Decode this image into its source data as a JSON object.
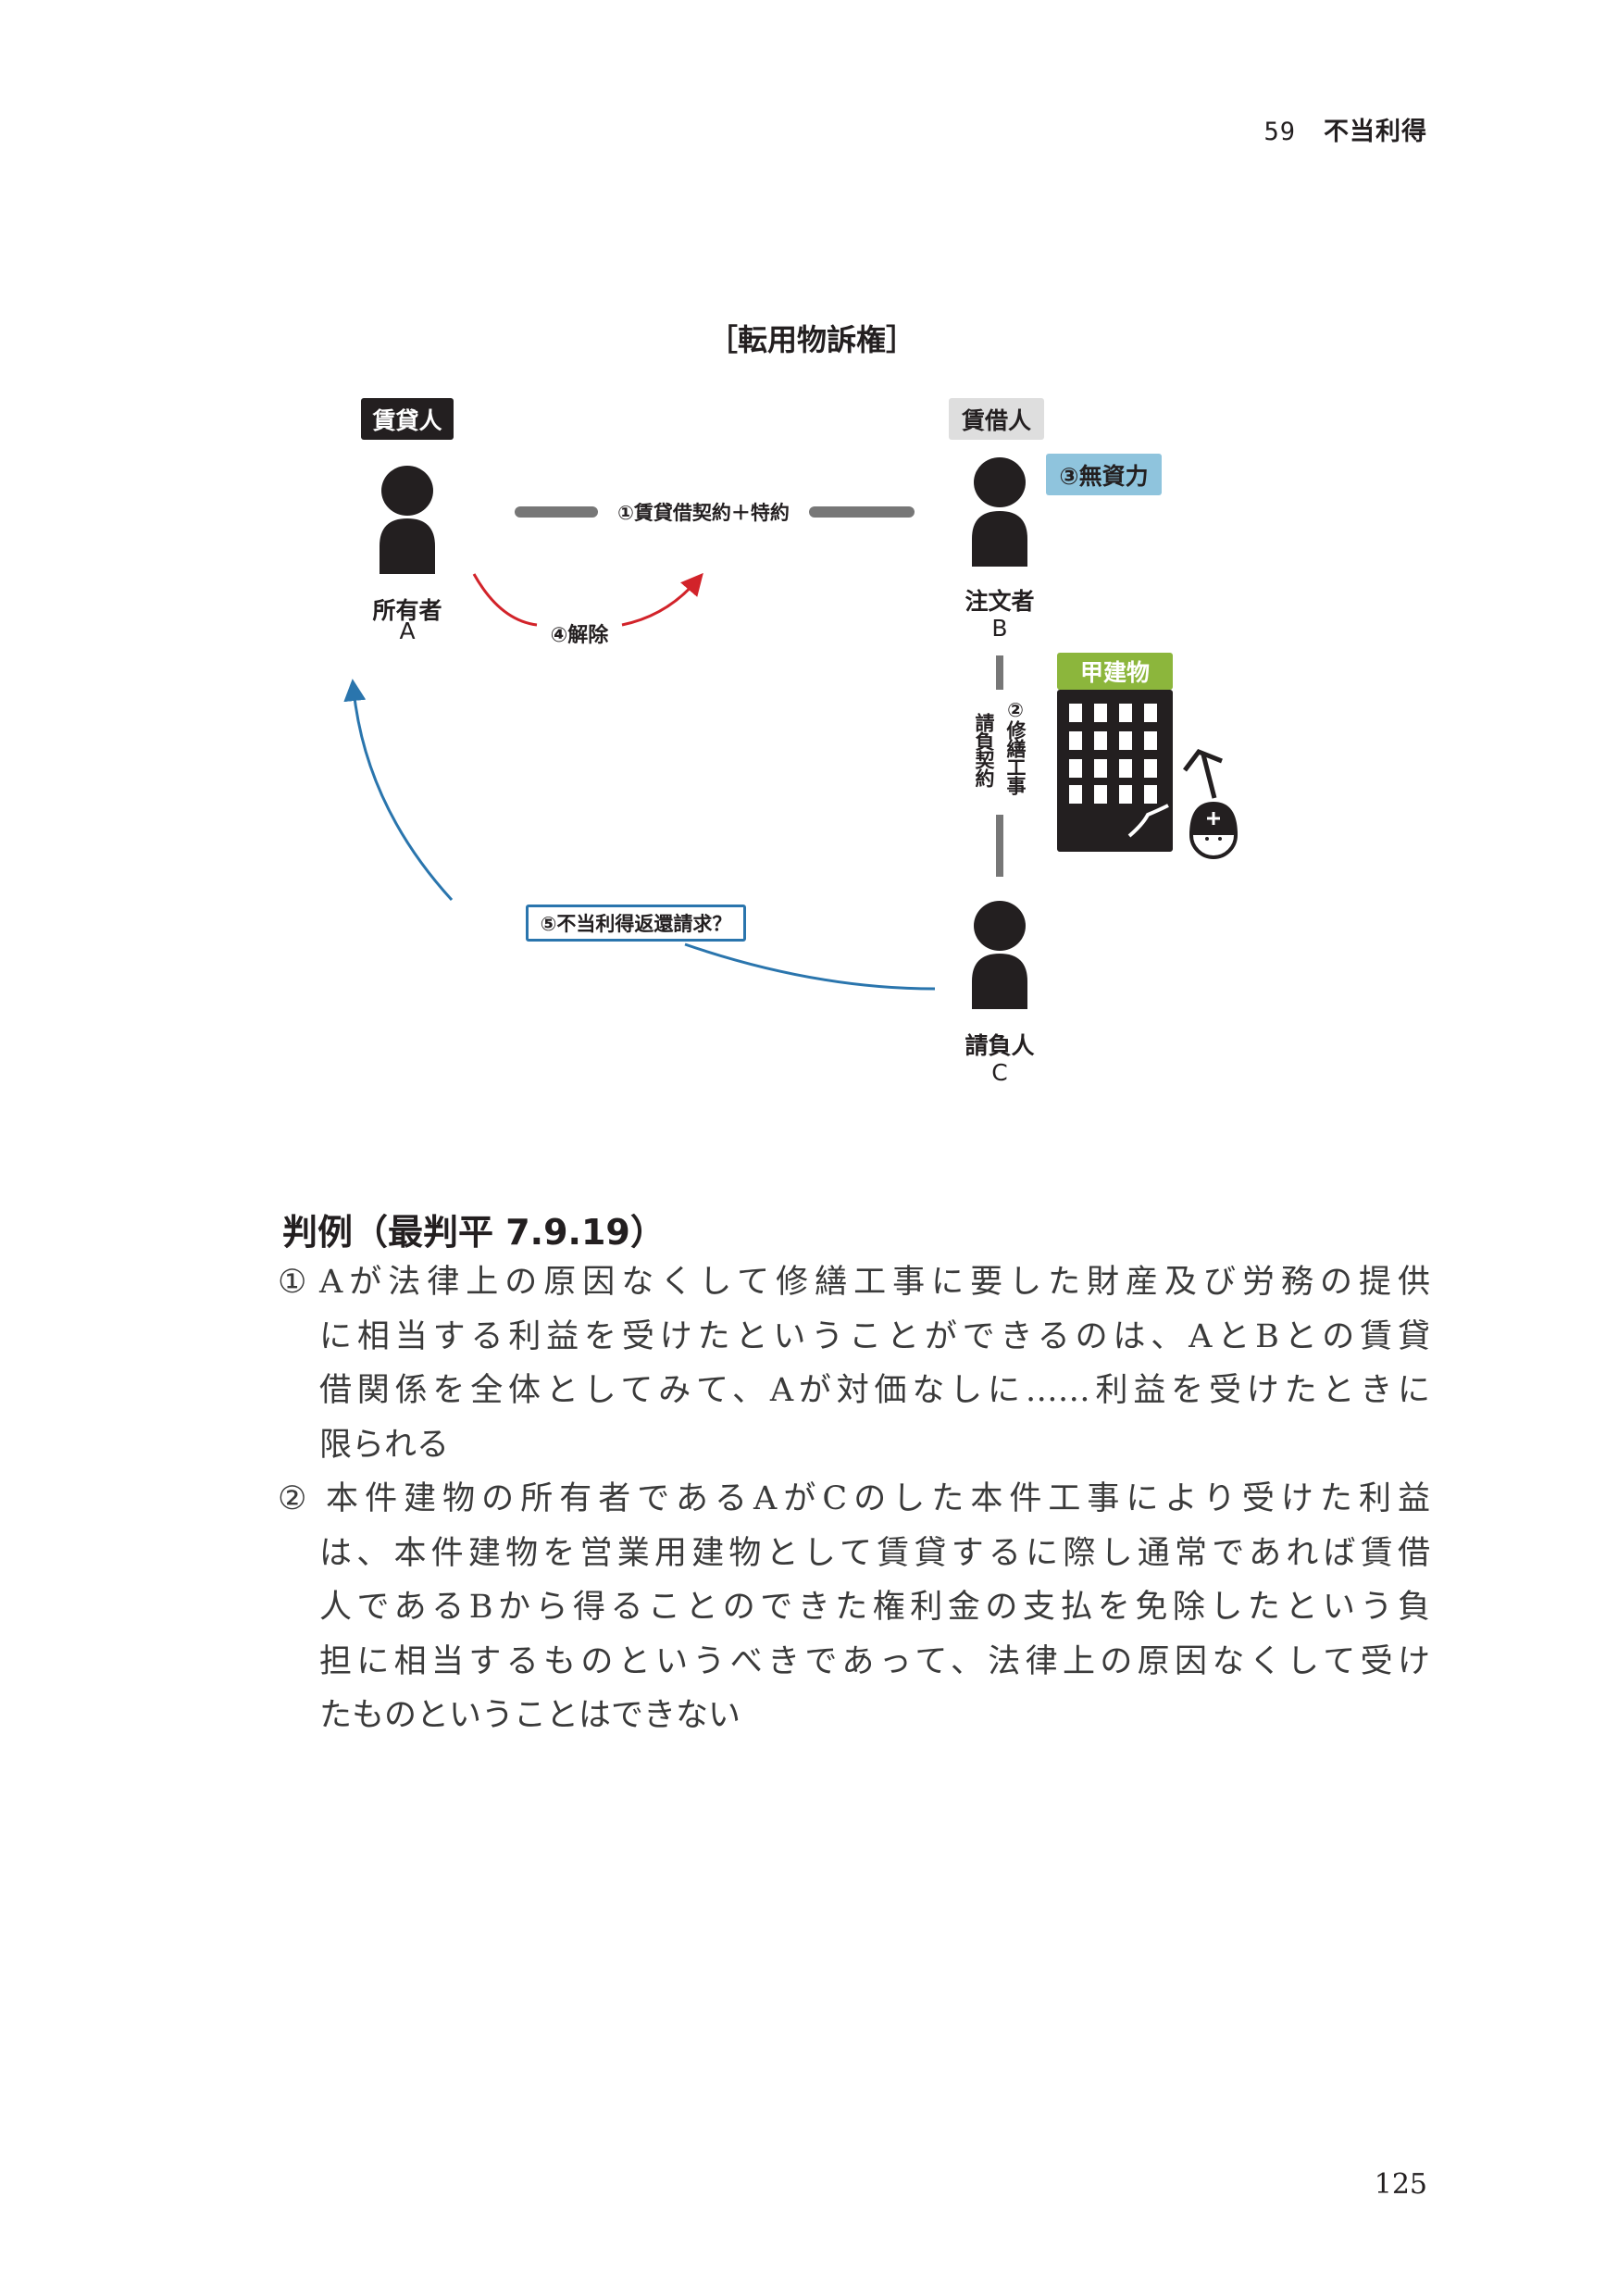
{
  "running_head": {
    "page": "59",
    "title": "不当利得"
  },
  "diagram": {
    "title": "［転用物訴権］",
    "lessor_role": "賃貸人",
    "lessee_role": "賃借人",
    "party_a_name": "所有者",
    "party_a_letter": "A",
    "party_b_name": "注文者",
    "party_b_letter": "B",
    "party_c_name": "請負人",
    "party_c_letter": "C",
    "contract_ab": "①賃貸借契約＋特約",
    "insolvency": "③無資力",
    "termination": "④解除",
    "repair_work": "②修繕工事",
    "contract_bc": "請負契約",
    "building": "甲建物",
    "claim": "⑤不当利得返還請求？",
    "colors": {
      "dark": "#231f20",
      "grey": "#777777",
      "red": "#d2232a",
      "blue": "#2a75ad",
      "green": "#8cb63c",
      "light_blue": "#8fc4dd",
      "light_grey": "#dedede"
    }
  },
  "case": {
    "heading": "判例（最判平 7.9.19）",
    "items": [
      {
        "marker": "①",
        "lines": [
          "Aが法律上の原因なくして修繕工事に要した財産及び労務の提供",
          "に相当する利益を受けたということができるのは、AとBとの賃貸",
          "借関係を全体としてみて、Aが対価なしに……利益を受けたときに",
          "限られる"
        ]
      },
      {
        "marker": "②",
        "lines": [
          "本件建物の所有者であるAがCのした本件工事により受けた利益",
          "は、本件建物を営業用建物として賃貸するに際し通常であれば賃借",
          "人であるBから得ることのできた権利金の支払を免除したという負",
          "担に相当するものというべきであって、法律上の原因なくして受け",
          "たものということはできない"
        ]
      }
    ]
  },
  "page_number": "125"
}
